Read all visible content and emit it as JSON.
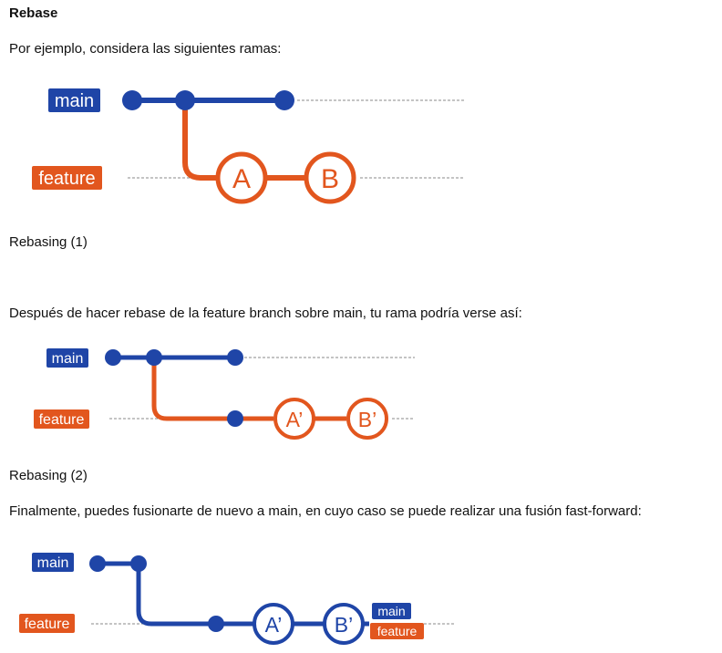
{
  "document": {
    "heading": "Rebase",
    "intro": "Por ejemplo, considera las siguientes ramas:",
    "caption1": "Rebasing (1)",
    "paragraph2": "Después de hacer rebase de la feature branch sobre main, tu rama podría verse así:",
    "caption2": "Rebasing (2)",
    "paragraph3": "Finalmente, puedes fusionarte de nuevo a main, en cuyo caso se puede realizar una fusión fast-forward:"
  },
  "colors": {
    "main": "#1f45a7",
    "feature": "#e2561e",
    "guide": "#888888"
  },
  "diagram1": {
    "main_label": "main",
    "feature_label": "feature",
    "commits": [
      "A",
      "B"
    ]
  },
  "diagram2": {
    "main_label": "main",
    "feature_label": "feature",
    "commits": [
      "A’",
      "B’"
    ]
  },
  "diagram3": {
    "main_label": "main",
    "feature_label": "feature",
    "commits": [
      "A’",
      "B’"
    ],
    "tip_labels": [
      "main",
      "feature"
    ]
  }
}
